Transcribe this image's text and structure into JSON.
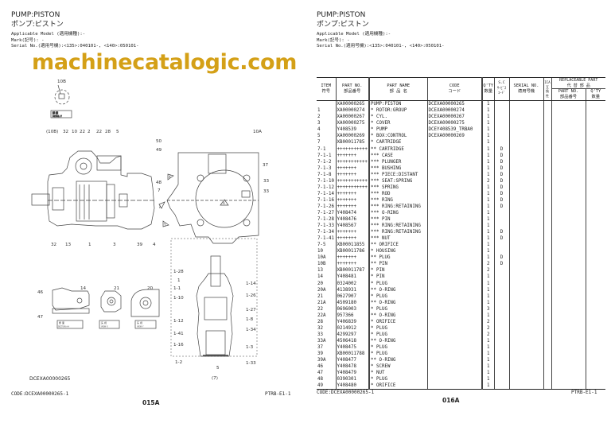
{
  "left_page": {
    "title_en": "PUMP:PISTON",
    "title_jp": "ポンプ:ピストン",
    "applicable_model": "Applicable Model (適用機種):-",
    "mark": "Mark(記号): -",
    "serial": "Serial No.(適用号機):<135>:040101-, <140>:050101-",
    "drawing_code": "DCEXA00000265",
    "footer_code": "CODE:DCEXA00000265-1",
    "footer_ref": "PTRB-E1-1",
    "page_number": "015A"
  },
  "right_page": {
    "title_en": "PUMP:PISTON",
    "title_jp": "ポンプ:ピストン",
    "applicable_model": "Applicable Model (適用機種):-",
    "mark": "Mark(記号): -",
    "serial": "Serial No.(適用号機):<135>:040101-, <140>:050101-",
    "footer_code": "CODE:DCEXA00000265-1",
    "footer_ref": "PTRB-E1-1",
    "page_number": "016A"
  },
  "diagram": {
    "view_labels": {
      "detail_v": "DETAIL V",
      "detail_v_jp": "詳 細",
      "section_aa": "SECTION A-A",
      "section_aa_jp": "断 面",
      "view_x": "VIEW X",
      "view_x_jp": "矢 視",
      "view_y": "VIEW Y",
      "view_y_jp": "矢 視",
      "marker_a": "A",
      "marker_x": "X",
      "marker_y": "Y"
    },
    "callouts": [
      "10B",
      "(10B)",
      "32",
      "10",
      "22",
      "2",
      "22",
      "28",
      "5",
      "10A",
      "50",
      "49",
      "48",
      "7",
      "37",
      "33",
      "33",
      "32",
      "13",
      "1",
      "3",
      "39",
      "4",
      "46",
      "14",
      "21",
      "20",
      "47",
      "1-28",
      "1",
      "1-1",
      "1-14",
      "1-10",
      "1-26",
      "1-27",
      "1-12",
      "1-8",
      "1-41",
      "1-34",
      "1-16",
      "1-3",
      "1-2",
      "1-33",
      "5",
      "(7)"
    ]
  },
  "table": {
    "headers": {
      "item": [
        "ITEM",
        "符号"
      ],
      "part_no": [
        "PART NO.",
        "部品番号"
      ],
      "part_name": [
        "PART NAME",
        "部 品 名"
      ],
      "code": [
        "CODE",
        "コード"
      ],
      "qty": [
        "Q'TY",
        "数量"
      ],
      "sc": [
        "S.C",
        "ｻｰﾋﾞｽ",
        "ｺｰﾄﾞ"
      ],
      "serial_no": [
        "SERIAL NO.",
        "適用号機"
      ],
      "ica": [
        "ICA",
        "互",
        "換",
        "性"
      ],
      "replaceable": [
        "REPLACEABLE PART",
        "代 替 部 品"
      ],
      "repl_part_no": [
        "PART NO.",
        "部品番号"
      ],
      "repl_qty": [
        "Q'TY",
        "数量"
      ]
    },
    "rows": [
      [
        "",
        "XA00000265",
        "PUMP:PISTON",
        "DCEXA00000265",
        "1",
        ""
      ],
      [
        "1",
        "XA00000274",
        "* ROTOR:GROUP",
        "DCEXA00000274",
        "1",
        ""
      ],
      [
        "2",
        "XA00000267",
        "* CYL.",
        "DCEXA00000267",
        "1",
        ""
      ],
      [
        "3",
        "XA00000275",
        "* COVER",
        "DCEXA00000275",
        "1",
        ""
      ],
      [
        "4",
        "Y408539",
        "* PUMP",
        "DCEY408539_TRBA0",
        "1",
        ""
      ],
      [
        "5",
        "XA00000269",
        "* BOX:CONTROL",
        "DCEXA00000269",
        "1",
        ""
      ],
      [
        "7",
        "XB00011785",
        "* CARTRIDGE",
        "",
        "1",
        ""
      ],
      [
        "7-1",
        "+++++++++++",
        "** CARTRIDGE",
        "",
        "1",
        "D"
      ],
      [
        "7-1-1",
        "+++++++",
        "*** CASE",
        "",
        "1",
        "D"
      ],
      [
        "7-1-2",
        "+++++++++++",
        "*** PLUNGER",
        "",
        "1",
        "D"
      ],
      [
        "7-1-3",
        "+++++++",
        "*** BUSHING",
        "",
        "1",
        "D"
      ],
      [
        "7-1-8",
        "+++++++",
        "*** PIECE:DISTANT",
        "",
        "1",
        "D"
      ],
      [
        "7-1-10",
        "+++++++++++",
        "*** SEAT:SPRING",
        "",
        "2",
        "D"
      ],
      [
        "7-1-12",
        "+++++++++++",
        "*** SPRING",
        "",
        "1",
        "D"
      ],
      [
        "7-1-14",
        "+++++++",
        "*** ROD",
        "",
        "1",
        "D"
      ],
      [
        "7-1-16",
        "+++++++",
        "*** RING",
        "",
        "1",
        "D"
      ],
      [
        "7-1-26",
        "+++++++",
        "*** RING:RETAINING",
        "",
        "1",
        "D"
      ],
      [
        "7-1-27",
        "Y408474",
        "*** O-RING",
        "",
        "1",
        ""
      ],
      [
        "7-1-28",
        "Y408476",
        "*** PIN",
        "",
        "1",
        ""
      ],
      [
        "7-1-33",
        "Y408567",
        "*** RING:RETAINING",
        "",
        "1",
        ""
      ],
      [
        "7-1-34",
        "+++++++",
        "*** RING:RETAINING",
        "",
        "1",
        "D"
      ],
      [
        "7-1-41",
        "+++++++",
        "*** NUT",
        "",
        "1",
        "D"
      ],
      [
        "7-5",
        "XB00011855",
        "** ORIFICE",
        "",
        "1",
        ""
      ],
      [
        "10",
        "XB00011786",
        "* HOUSING",
        "",
        "1",
        ""
      ],
      [
        "10A",
        "+++++++",
        "** PLUG",
        "",
        "1",
        "D"
      ],
      [
        "10B",
        "+++++++",
        "** PIN",
        "",
        "2",
        "D"
      ],
      [
        "13",
        "XB00011787",
        "* PIN",
        "",
        "2",
        ""
      ],
      [
        "14",
        "Y408481",
        "* PIN",
        "",
        "1",
        ""
      ],
      [
        "20",
        "0324002",
        "* PLUG",
        "",
        "1",
        ""
      ],
      [
        "20A",
        "4138931",
        "** O-RING",
        "",
        "1",
        ""
      ],
      [
        "21",
        "0627907",
        "* PLUG",
        "",
        "1",
        ""
      ],
      [
        "21A",
        "4509180",
        "** O-RING",
        "",
        "1",
        ""
      ],
      [
        "22",
        "0696003",
        "* PLUG",
        "",
        "3",
        ""
      ],
      [
        "22A",
        "957366",
        "** O-RING",
        "",
        "1",
        ""
      ],
      [
        "28",
        "Y406839",
        "* ORIFICE",
        "",
        "2",
        ""
      ],
      [
        "32",
        "0214912",
        "* PLUG",
        "",
        "2",
        ""
      ],
      [
        "33",
        "4299297",
        "* PLUG",
        "",
        "2",
        ""
      ],
      [
        "33A",
        "4506418",
        "** O-RING",
        "",
        "1",
        ""
      ],
      [
        "37",
        "Y408475",
        "* PLUG",
        "",
        "1",
        ""
      ],
      [
        "39",
        "XB00011788",
        "* PLUG",
        "",
        "1",
        ""
      ],
      [
        "39A",
        "Y408477",
        "** O-RING",
        "",
        "1",
        ""
      ],
      [
        "46",
        "Y408478",
        "* SCREW",
        "",
        "1",
        ""
      ],
      [
        "47",
        "Y408479",
        "* NUT",
        "",
        "1",
        ""
      ],
      [
        "48",
        "0390301",
        "* PLUG",
        "",
        "1",
        ""
      ],
      [
        "49",
        "Y408480",
        "* ORIFICE",
        "",
        "1",
        ""
      ]
    ]
  },
  "watermark": "machinecatalogic.com",
  "colors": {
    "watermark": "#d4a017",
    "ink": "#222222"
  }
}
